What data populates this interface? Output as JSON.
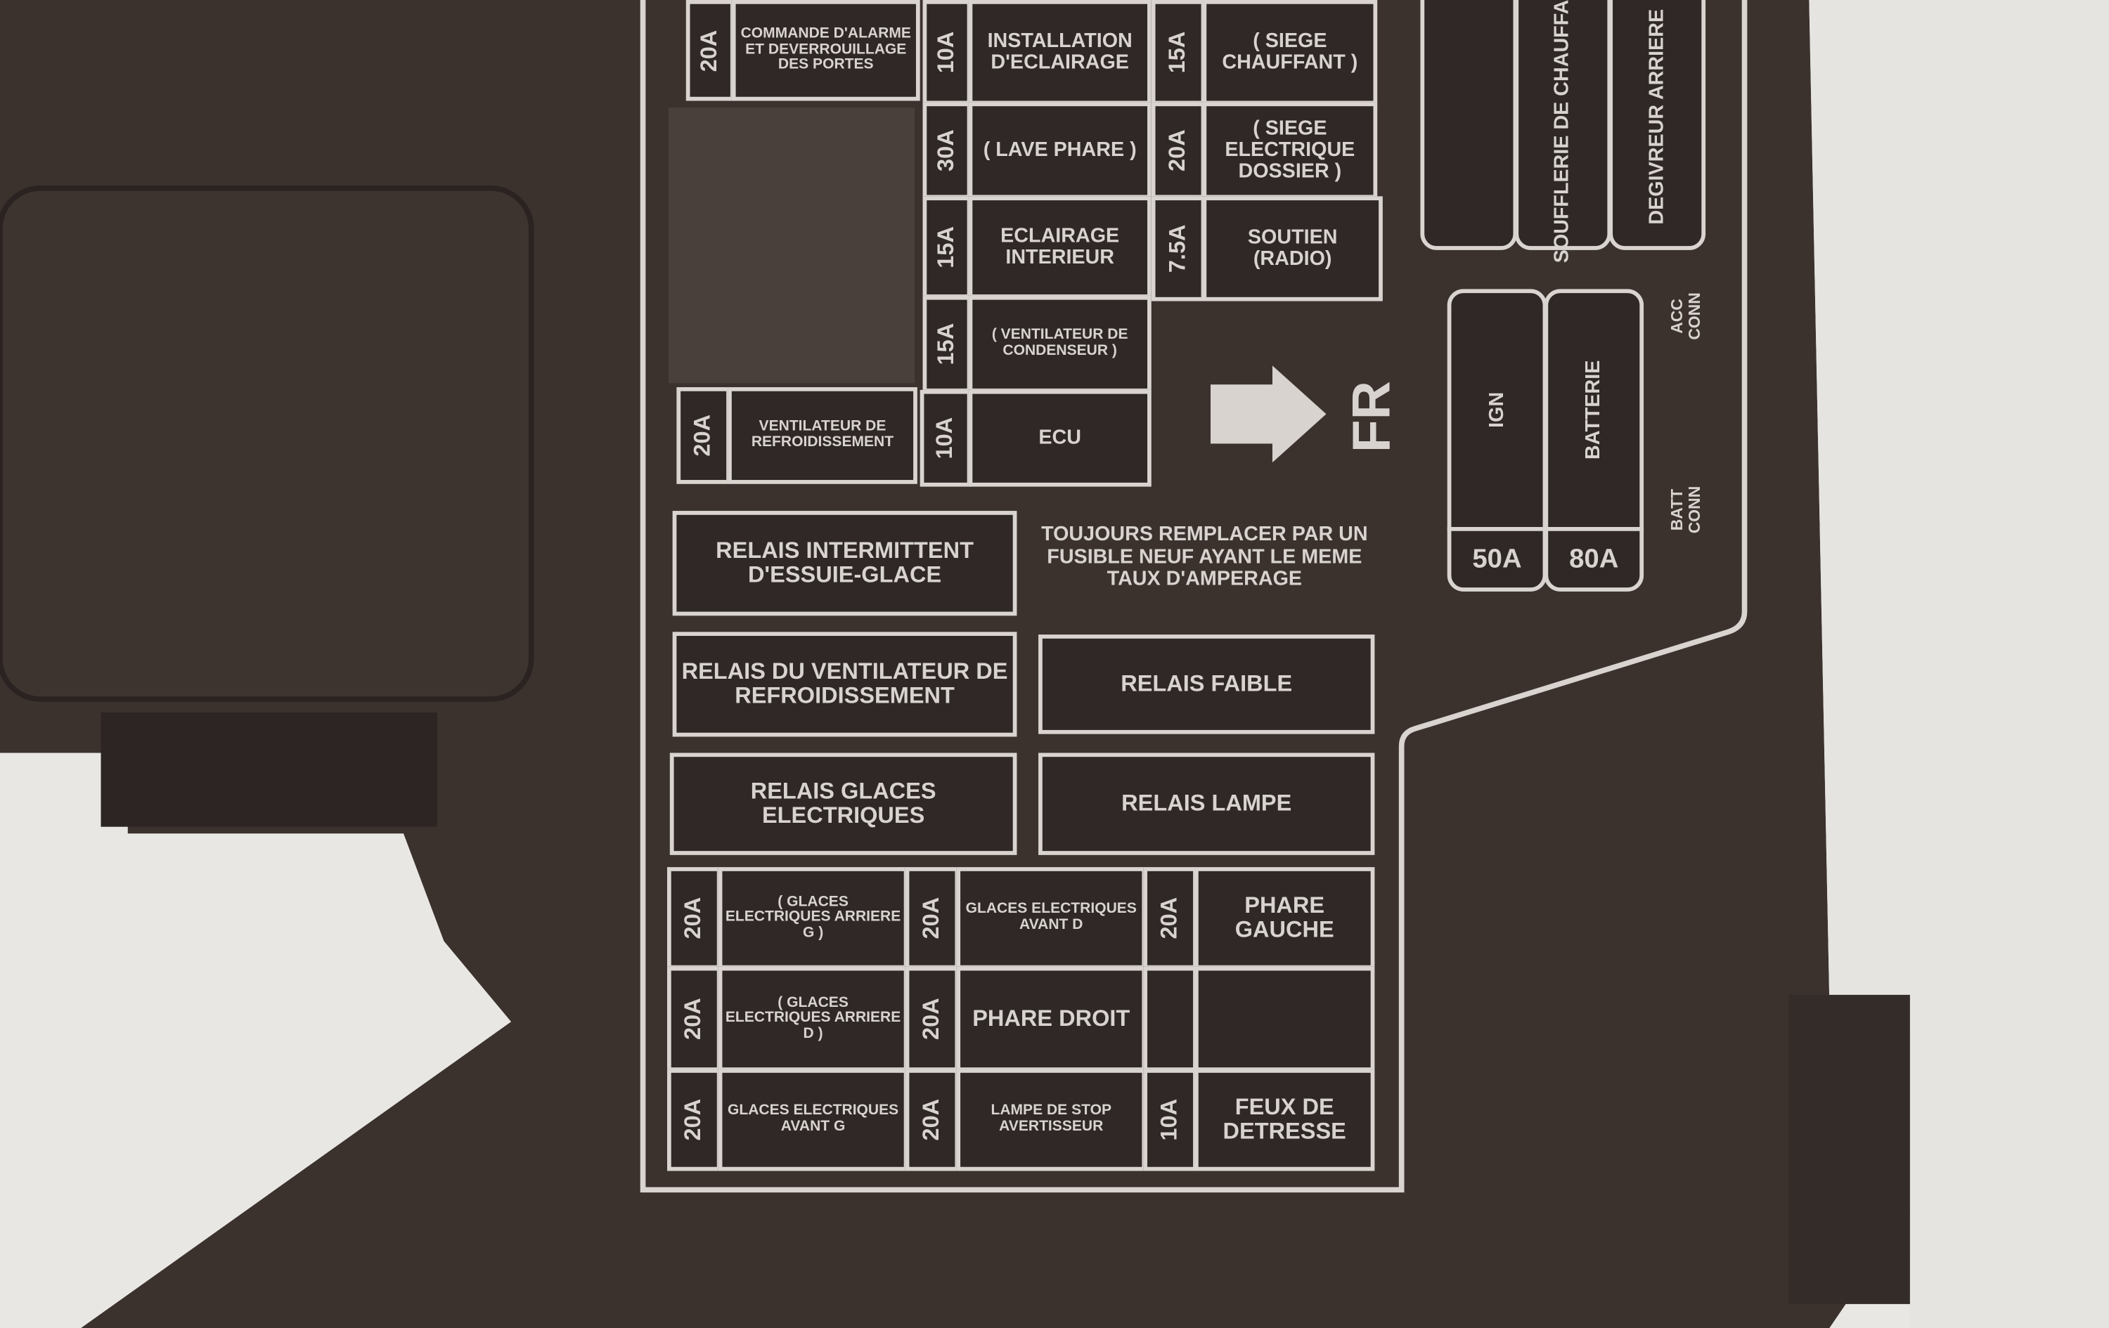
{
  "colors": {
    "box": "#3a312d",
    "label_bg": "#2f2826",
    "print": "#d8d3cf",
    "background": "#e9e7e4"
  },
  "fuses_top": [
    {
      "amp": "20A",
      "label": "COMMANDE D'ALARME ET DEVERROUILLAGE DES PORTES"
    },
    {
      "amp": "10A",
      "label": "INSTALLATION D'ECLAIRAGE"
    },
    {
      "amp": "15A",
      "label": "( SIEGE CHAUFFANT )"
    },
    {
      "amp": "30A",
      "label": "( LAVE PHARE )"
    },
    {
      "amp": "20A",
      "label": "( SIEGE ELECTRIQUE DOSSIER )"
    },
    {
      "amp": "15A",
      "label": "ECLAIRAGE INTERIEUR"
    },
    {
      "amp": "7.5A",
      "label": "SOUTIEN (RADIO)"
    },
    {
      "amp": "15A",
      "label": "( VENTILATEUR DE CONDENSEUR )"
    },
    {
      "amp": "20A",
      "label": "VENTILATEUR DE REFROIDISSEMENT"
    },
    {
      "amp": "10A",
      "label": "ECU"
    }
  ],
  "direction": {
    "arrow_icon": "arrow-right-icon",
    "label": "FR"
  },
  "relays": [
    {
      "label": "RELAIS INTERMITTENT D'ESSUIE-GLACE"
    },
    {
      "label": "RELAIS DU VENTILATEUR DE REFROIDISSEMENT"
    },
    {
      "label": "RELAIS FAIBLE"
    },
    {
      "label": "RELAIS GLACES ELECTRIQUES"
    },
    {
      "label": "RELAIS LAMPE"
    }
  ],
  "notice": "TOUJOURS REMPLACER PAR UN FUSIBLE NEUF AYANT LE MEME TAUX D'AMPERAGE",
  "fuses_bottom": [
    {
      "amp": "20A",
      "label": "( GLACES ELECTRIQUES ARRIERE G )"
    },
    {
      "amp": "20A",
      "label": "GLACES ELECTRIQUES AVANT D"
    },
    {
      "amp": "20A",
      "label": "PHARE GAUCHE"
    },
    {
      "amp": "20A",
      "label": "( GLACES ELECTRIQUES ARRIERE D )"
    },
    {
      "amp": "20A",
      "label": "PHARE DROIT"
    },
    {
      "amp": "20A",
      "label": "GLACES ELECTRIQUES AVANT G"
    },
    {
      "amp": "20A",
      "label": "LAMPE DE STOP AVERTISSEUR"
    },
    {
      "amp": "10A",
      "label": "FEUX DE DETRESSE"
    }
  ],
  "maxi_fuses": [
    {
      "label": "SOUFFLERIE DE CHAUFFAGE"
    },
    {
      "label": "DEGIVREUR ARRIERE"
    },
    {
      "label": "IGN",
      "amp": "50A"
    },
    {
      "label": "BATTERIE",
      "amp": "80A"
    }
  ],
  "connectors": {
    "acc": "ACC CONN",
    "batt": "BATT CONN"
  }
}
